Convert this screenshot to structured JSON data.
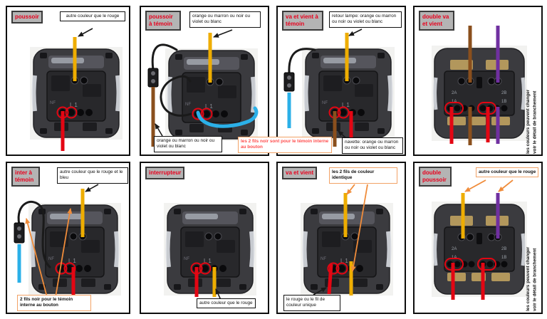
{
  "colors": {
    "wire_yellow": "#eead00",
    "wire_red": "#e30613",
    "wire_blue": "#2bb0e8",
    "wire_brown": "#8a4f1d",
    "wire_purple": "#7030a0",
    "wire_black": "#1a1a1a",
    "arrow_black": "#1a1a1a",
    "arrow_orange": "#f08c3a",
    "header_bg": "#b4b4b4",
    "header_text": "#e8001d",
    "red_highlight": "#e30613"
  },
  "panels": [
    {
      "title": "poussoir",
      "labels": {
        "top": "autre couleur que le rouge"
      },
      "wires": [
        "yellow",
        "red"
      ]
    },
    {
      "title": "poussoir à témoin",
      "labels": {
        "top": "orange ou marron ou noir ou violet ou blanc",
        "bottom": "orange ou marron ou noir ou violet ou blanc",
        "note": "les 2 fils noir sont pour le témoin interne au bouton"
      },
      "wires": [
        "yellow",
        "black",
        "brown",
        "blue"
      ]
    },
    {
      "title": "va et vient à témoin",
      "labels": {
        "top": "retour lampe: orange ou marron ou noir ou violet ou blanc",
        "bottom": "navette: orange ou marron ou noir ou violet ou blanc"
      },
      "wires": [
        "yellow",
        "black",
        "blue",
        "brown",
        "red"
      ]
    },
    {
      "title": "double va et vient",
      "side_note": {
        "line1": "les couleurs peuvent changer",
        "line2": "voir le détail de branchement"
      },
      "wires": [
        "brown",
        "purple",
        "red",
        "brown",
        "red",
        "purple"
      ]
    },
    {
      "title": "inter à témoin",
      "labels": {
        "top": "autre couleur que le rouge et le bleu",
        "note": "2 fils noir pour le témoin interne au bouton"
      },
      "wires": [
        "yellow",
        "black",
        "blue",
        "red"
      ]
    },
    {
      "title": "interrupteur",
      "labels": {
        "bottom": "autre couleur que le rouge"
      },
      "wires": [
        "red",
        "yellow"
      ]
    },
    {
      "title": "va et vient",
      "labels": {
        "top": "les 2 fils de couleur identique",
        "bottom": "le rouge ou le fil de couleur unique"
      },
      "wires": [
        "yellow",
        "yellow",
        "red"
      ]
    },
    {
      "title": "double poussoir",
      "labels": {
        "top": "autre couleur que le rouge"
      },
      "side_note": {
        "line1": "les couleurs peuvent changer",
        "line2": "voir le détail de branchement"
      },
      "wires": [
        "yellow",
        "purple",
        "red",
        "red"
      ]
    }
  ]
}
